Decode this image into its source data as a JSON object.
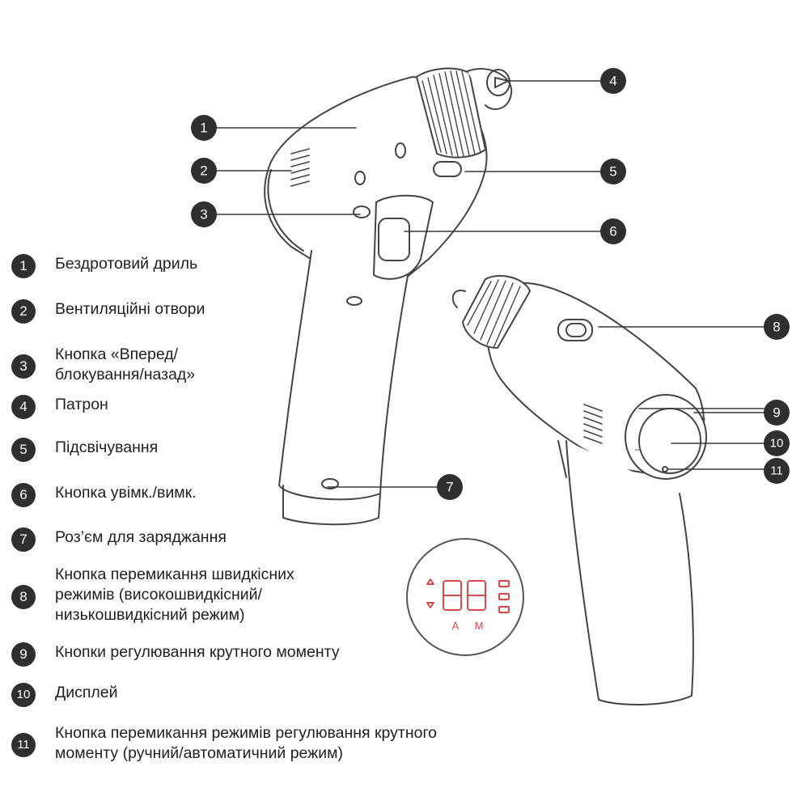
{
  "callouts": [
    {
      "num": "1",
      "label": "Бездротовий дриль"
    },
    {
      "num": "2",
      "label": "Вентиляційні отвори"
    },
    {
      "num": "3",
      "label": "Кнопка «Вперед/\nблокування/назад»"
    },
    {
      "num": "4",
      "label": "Патрон"
    },
    {
      "num": "5",
      "label": "Підсвічування"
    },
    {
      "num": "6",
      "label": "Кнопка увімк./вимк."
    },
    {
      "num": "7",
      "label": "Роз’єм для заряджання"
    },
    {
      "num": "8",
      "label": "Кнопка перемикання швидкісних\nрежимів (високошвидкісний/\nнизькошвидкісний режим)"
    },
    {
      "num": "9",
      "label": "Кнопки регулювання крутного моменту"
    },
    {
      "num": "10",
      "label": "Дисплей"
    },
    {
      "num": "11",
      "label": "Кнопка перемикання режимів регулювання крутного\nмоменту (ручний/автоматичний режим)"
    }
  ],
  "display": {
    "mode_auto": "A",
    "mode_manual": "M"
  },
  "colors": {
    "line": "#3a3a3a",
    "badge": "#2f2f2f",
    "display_accent": "#d94a4a"
  }
}
